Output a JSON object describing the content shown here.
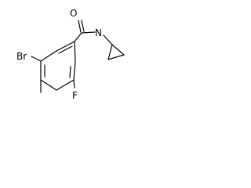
{
  "molecule": {
    "atoms": {
      "oxygen": "O",
      "nitrogen": "N",
      "bromine": "Br",
      "fluorine": "F"
    }
  }
}
